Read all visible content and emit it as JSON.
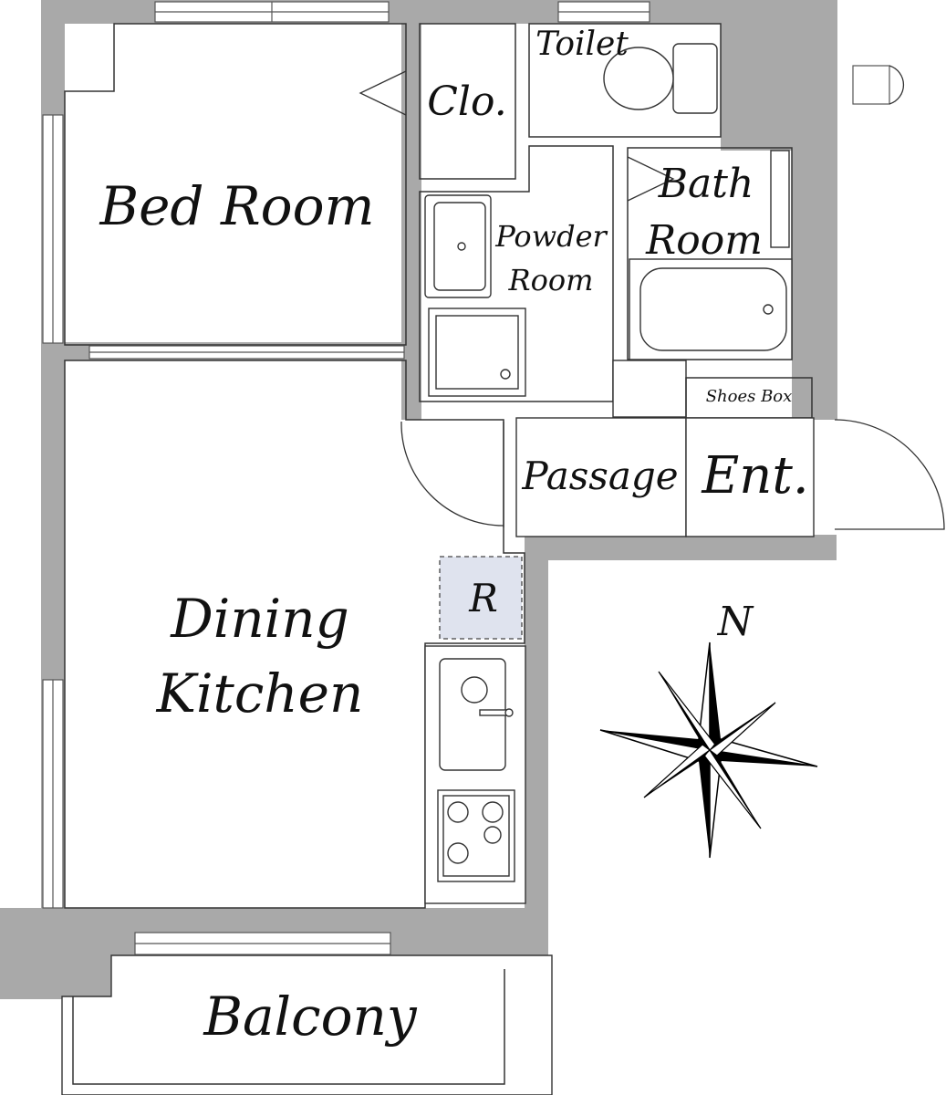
{
  "colors": {
    "wall": "#a9a9a9",
    "room_wood": "#e8d9bb",
    "room_wet": "#dfe3ee",
    "closet": "#c8b08a",
    "shoes_box": "#c8b08a",
    "outdoor": "#ffffff",
    "compass": "#000000"
  },
  "rooms": {
    "bedroom": "Bed Room",
    "closet": "Clo.",
    "toilet": "Toilet",
    "powder_room_line1": "Powder",
    "powder_room_line2": "Room",
    "bath_room_line1": "Bath",
    "bath_room_line2": "Room",
    "shoes_box": "Shoes Box",
    "passage": "Passage",
    "entrance": "Ent.",
    "refrigerator": "R",
    "dining_kitchen_line1": "Dining",
    "dining_kitchen_line2": "Kitchen",
    "balcony": "Balcony"
  },
  "compass": {
    "north_label": "N",
    "icon": "compass-rose-icon"
  }
}
